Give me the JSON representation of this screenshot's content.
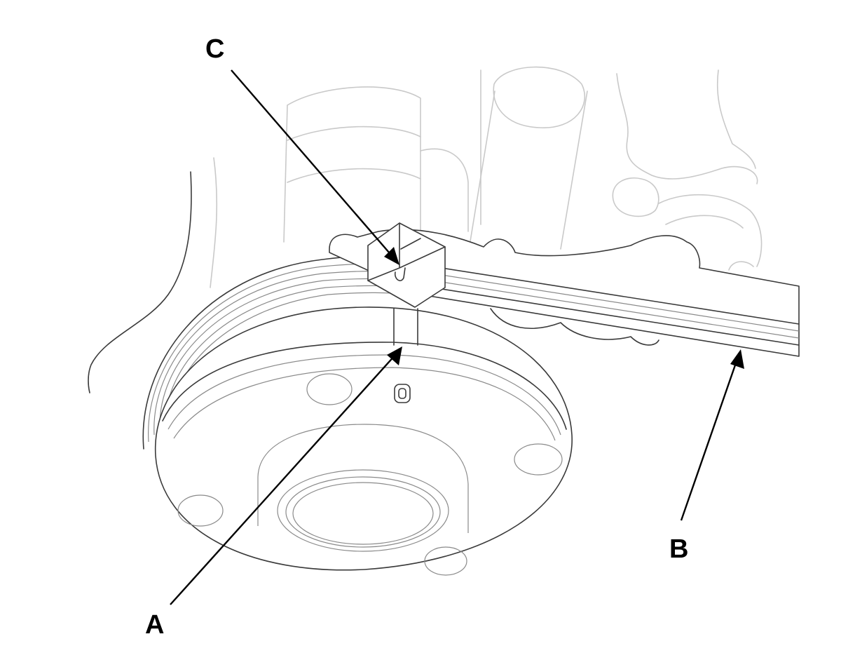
{
  "callouts": [
    {
      "id": "C",
      "label": "C"
    },
    {
      "id": "B",
      "label": "B"
    },
    {
      "id": "A",
      "label": "A"
    }
  ],
  "colors": {
    "line_dark": "#3a3a3a",
    "line_light": "#c9c9c9",
    "leader": "#000000",
    "background": "#ffffff"
  }
}
